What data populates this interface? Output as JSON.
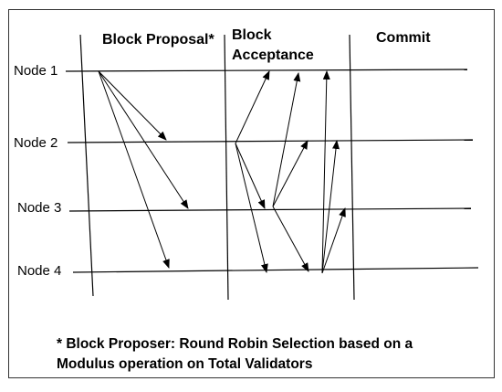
{
  "phases": {
    "proposal": "Block Proposal*",
    "acceptance_line1": "Block",
    "acceptance_line2": "Acceptance",
    "commit": "Commit"
  },
  "nodes": [
    "Node 1",
    "Node 2",
    "Node 3",
    "Node 4"
  ],
  "footnote": {
    "line1": "* Block Proposer: Round Robin Selection based on a",
    "line2": "Modulus operation on Total Validators"
  },
  "colors": {
    "line": "#000000",
    "frame": "#333333"
  }
}
